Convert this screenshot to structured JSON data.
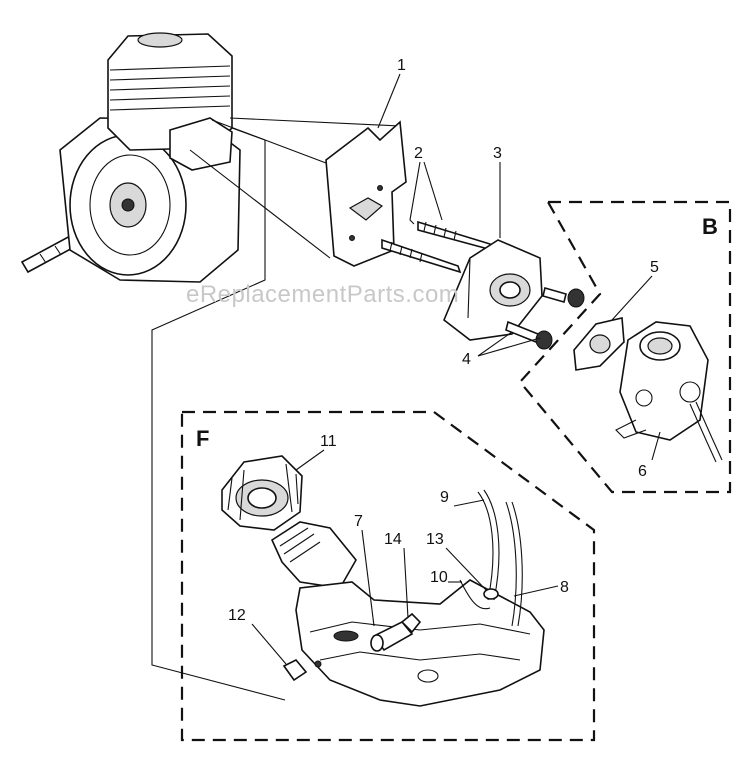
{
  "watermark": "eReplacementParts.com",
  "boxes": {
    "carburetor_box_label": "B",
    "fuel_tank_box_label": "F"
  },
  "callouts": {
    "c1": "1",
    "c2": "2",
    "c3": "3",
    "c4": "4",
    "c5": "5",
    "c6": "6",
    "c7": "7",
    "c8": "8",
    "c9": "9",
    "c10": "10",
    "c11": "11",
    "c12": "12",
    "c13": "13",
    "c14": "14"
  }
}
